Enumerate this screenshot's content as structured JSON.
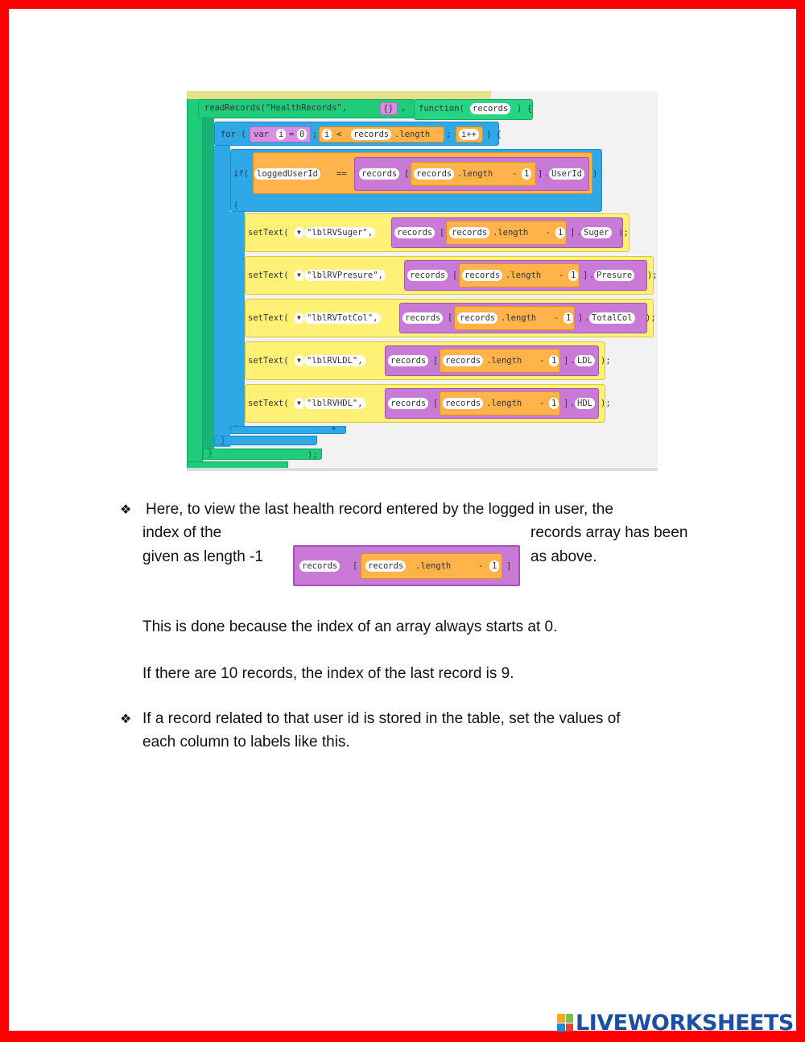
{
  "code_figure": {
    "read_call": "readRecords(\"HealthRecords\",",
    "read_obj": "{}",
    "read_comma": ",",
    "function_kw": "function(",
    "function_param": "records",
    "function_close": ") {",
    "for_kw": "for (",
    "for_var": "var",
    "for_i": "i",
    "for_eq": "=",
    "for_zero": "0",
    "for_semi1": ";",
    "for_cond_i": "i",
    "for_lt": "<",
    "for_cond_arr": "records",
    "for_cond_len": ".length",
    "for_semi2": ";",
    "for_inc": "i++",
    "for_close": ") {",
    "if_kw": "if(",
    "if_lhs": "loggedUserId",
    "if_op": "==",
    "if_field": "UserId",
    "if_close": ")",
    "open_brace": "{",
    "close_brace_if": "}",
    "close_brace_for": "}",
    "close_readrecords": "}",
    "close_paren": ");",
    "plus": "+",
    "records": "records",
    "bracket_open": "[",
    "length": ".length",
    "minus": "-",
    "one": "1",
    "bracket_close": "]",
    "dot": ".",
    "set_lines": [
      {
        "call": "setText(",
        "arrow": "▼",
        "id": "\"lblRVSuger\",",
        "field": "Suger",
        "end": ");"
      },
      {
        "call": "setText(",
        "arrow": "▼",
        "id": "\"lblRVPresure\",",
        "field": "Presure",
        "end": ");"
      },
      {
        "call": "setText(",
        "arrow": "▼",
        "id": "\"lblRVTotCol\",",
        "field": "TotalCol",
        "end": ");"
      },
      {
        "call": "setText(",
        "arrow": "▼",
        "id": "\"lblRVLDL\",",
        "field": "LDL",
        "end": ");"
      },
      {
        "call": "setText(",
        "arrow": "▼",
        "id": "\"lblRVHDL\",",
        "field": "HDL",
        "end": ");"
      }
    ]
  },
  "text": {
    "bullet_symbol": "❖",
    "p1_line1": "Here, to view the last health record entered by the logged in user, the",
    "p1_line2a": "index of the",
    "p1_line2b": "records array has been",
    "p1_line3a": "given as length -1",
    "p1_line3b": "as above.",
    "p2": "This is done because the index of an array always starts at 0.",
    "p3": "If there are 10 records, the index of the last record is 9.",
    "p4_line1": "If a record related to that user id is stored in the table, set the values of",
    "p4_line2": "each column to labels like this."
  },
  "logo": {
    "text": "LIVEWORKSHEETS",
    "color": "#1b4fa3"
  },
  "colors": {
    "frame": "#ff0000",
    "green": "#1fcc7a",
    "blue": "#2fa8e6",
    "yellow": "#fff176",
    "orange": "#ffb34a",
    "purple": "#c97ad6"
  }
}
